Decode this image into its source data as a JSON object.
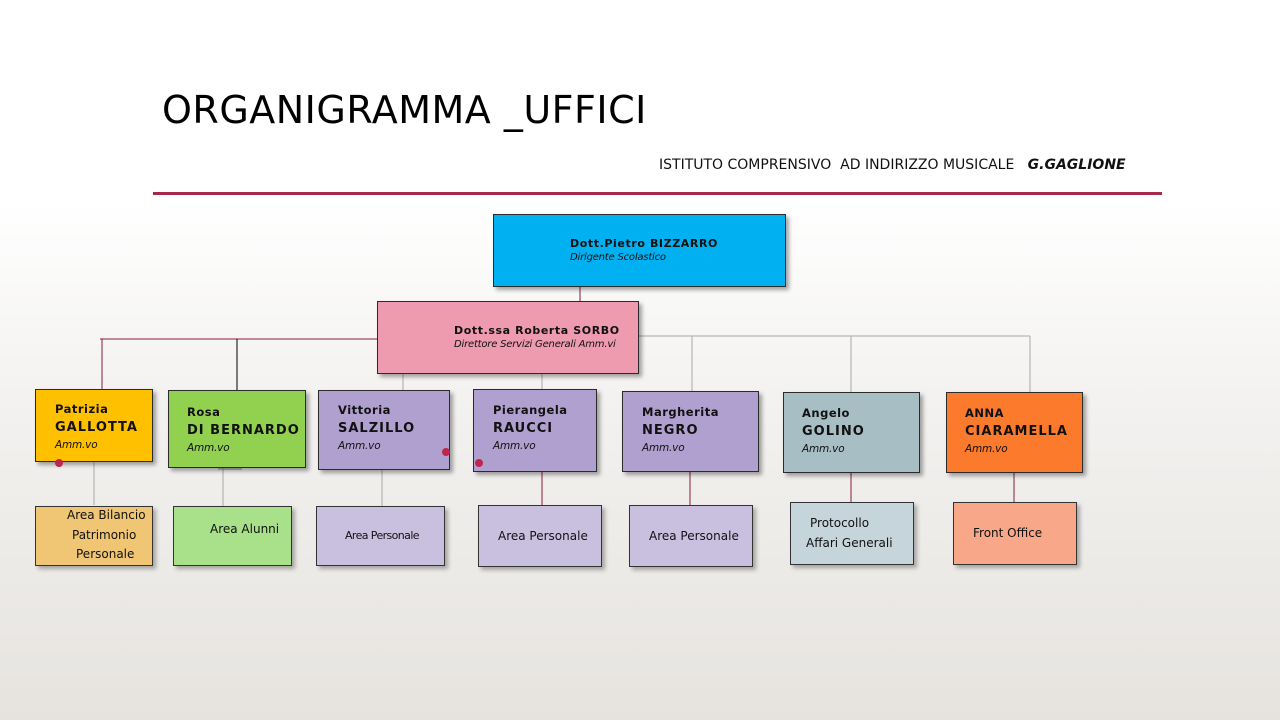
{
  "header": {
    "title": "ORGANIGRAMMA _UFFICI",
    "subtitle_prefix": "ISTITUTO COMPRENSIVO  AD INDIRIZZO MUSICALE   ",
    "subtitle_school": "G.GAGLIONE",
    "rule_color": "#a8284c"
  },
  "director": {
    "name": "Dott.Pietro BIZZARRO",
    "role": "Dirigente Scolastico",
    "color": "#00b0f0"
  },
  "dsga": {
    "name": "Dott.ssa Roberta SORBO",
    "role": "Direttore Servizi Generali Amm.vi",
    "color": "#ee9aaf"
  },
  "staff": [
    {
      "first": "Patrizia",
      "last": "GALLOTTA",
      "role": "Amm.vo",
      "color": "#ffc000",
      "area": [
        "Area Bilancio",
        "Patrimonio",
        "Personale"
      ],
      "area_color": "#f0c674"
    },
    {
      "first": "Rosa",
      "last": "DI BERNARDO",
      "role": "Amm.vo",
      "color": "#92d050",
      "area": [
        "Area Alunni"
      ],
      "area_color": "#a9e18b"
    },
    {
      "first": "Vittoria",
      "last": "SALZILLO",
      "role": "Amm.vo",
      "color": "#b0a0d0",
      "area": [
        "Area Personale"
      ],
      "area_color": "#c9c0e0"
    },
    {
      "first": "Pierangela",
      "last": "RAUCCI",
      "role": "Amm.vo",
      "color": "#b0a0d0",
      "area": [
        "Area Personale"
      ],
      "area_color": "#c9c0e0"
    },
    {
      "first": "Margherita",
      "last": "NEGRO",
      "role": "Amm.vo",
      "color": "#b0a0d0",
      "area": [
        "Area Personale"
      ],
      "area_color": "#c9c0e0"
    },
    {
      "first": "Angelo",
      "last": "GOLINO",
      "role": "Amm.vo",
      "color": "#a7bec4",
      "area": [
        "Protocollo",
        "Affari Generali"
      ],
      "area_color": "#c6d5db"
    },
    {
      "first": "ANNA",
      "last": "CIARAMELLA",
      "role": "Amm.vo",
      "color": "#fb7a2b",
      "area": [
        "Front Office"
      ],
      "area_color": "#f8a888"
    }
  ],
  "connector_colors": {
    "primary": "#8b1a3f",
    "secondary": "#a8a8a8",
    "dark": "#000000"
  }
}
